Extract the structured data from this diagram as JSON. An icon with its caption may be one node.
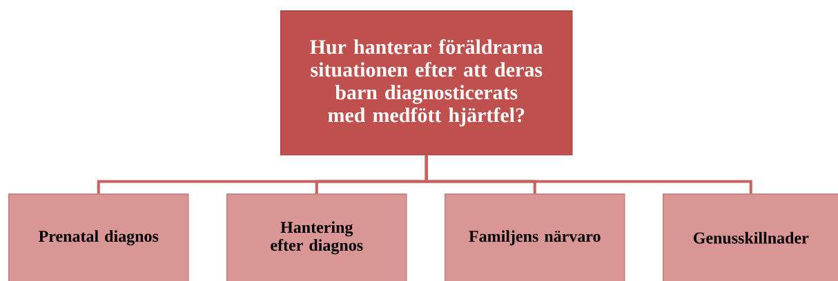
{
  "diagram": {
    "nodes": [
      {
        "text": [
          "Hur hanterar föräldrarna situationen efter att deras barn diagnosticerats med medfött hjärtfel?"
        ]
      },
      {
        "text": [
          "Prenatal diagnos"
        ]
      },
      {
        "text": [
          "Hantering efter diagnos"
        ]
      },
      {
        "text": [
          "Familjens närvaro"
        ]
      },
      {
        "text": [
          "Genusskillnader"
        ]
      }
    ],
    "edges": [
      {
        "from": 0,
        "to": 1,
        "arrow": "none"
      },
      {
        "from": 0,
        "to": 2,
        "arrow": "none"
      },
      {
        "from": 0,
        "to": 3,
        "arrow": "none"
      },
      {
        "from": 0,
        "to": 4,
        "arrow": "none"
      }
    ]
  }
}
